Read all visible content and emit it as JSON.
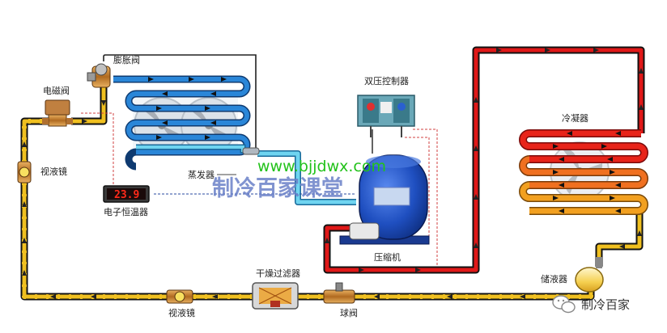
{
  "labels": {
    "expansion_valve": "膨胀阀",
    "solenoid_valve": "电磁阀",
    "sight_glass_left": "视液镜",
    "evaporator": "蒸发器",
    "thermostat": "电子恒温器",
    "dual_pressure_controller": "双压控制器",
    "condenser": "冷凝器",
    "compressor": "压缩机",
    "liquid_receiver": "储液器",
    "filter_drier": "干燥过滤器",
    "sight_glass_bottom": "视液镜",
    "ball_valve": "球阀"
  },
  "thermostat_reading": "23.9",
  "watermark": {
    "url": "www.bjjdwx.com",
    "text": "制冷百家课堂"
  },
  "brand": "制冷百家",
  "colors": {
    "discharge_line": "#e01818",
    "liquid_line": "#f0c020",
    "suction_line": "#6fd4f0",
    "evaporator_coil": "#2a86d8",
    "condenser_hot": "#e8241a",
    "condenser_mid": "#f07020",
    "condenser_cool": "#f2a020",
    "compressor_body": "#1f4fc0"
  }
}
